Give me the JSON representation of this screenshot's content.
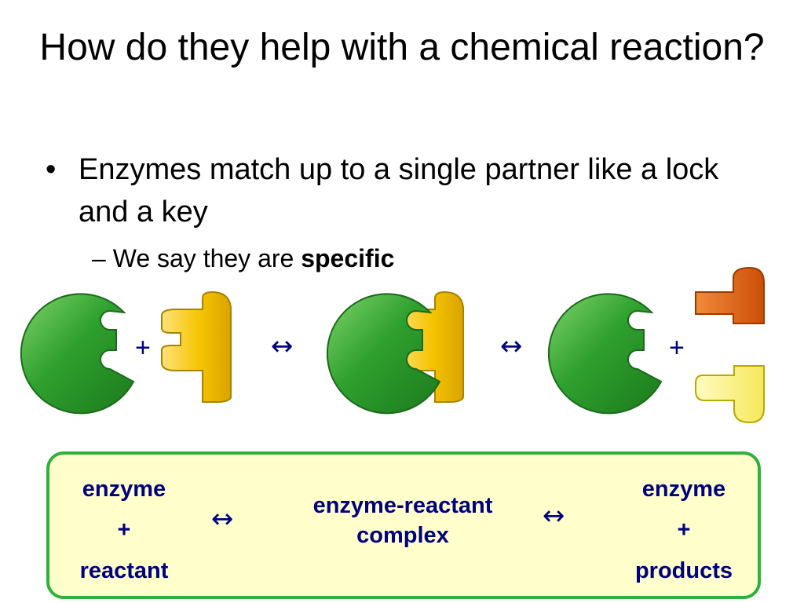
{
  "slide": {
    "title": "How do they help with a chemical reaction?",
    "bullet": "•",
    "bullet_text": "Enzymes match up to a single partner like a lock and a key",
    "sub_prefix": "– We say they are ",
    "sub_bold": "specific"
  },
  "diagram": {
    "plus_1": "+",
    "arrow_1": "↔",
    "arrow_2": "↔",
    "plus_2": "+"
  },
  "summary": {
    "left": {
      "line1": "enzyme",
      "line2": "+",
      "line3": "reactant"
    },
    "arrow_left": "↔",
    "middle": {
      "line1": "enzyme-reactant",
      "line2": "complex"
    },
    "arrow_right": "↔",
    "right": {
      "line1": "enzyme",
      "line2": "+",
      "line3": "products"
    }
  },
  "colors": {
    "enzyme": "#2e9e2e",
    "reactant": "#f5c400",
    "product_orange": "#e06010",
    "product_yellow": "#fff27a",
    "text_blue": "#000080",
    "panel_bg": "#ffffcc",
    "panel_border": "#2db13a"
  }
}
